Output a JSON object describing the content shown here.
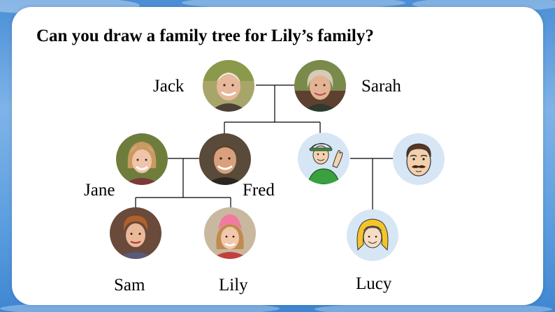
{
  "title": "Can you draw a family tree for Lily’s family?",
  "people": {
    "jack": "Jack",
    "sarah": "Sarah",
    "jane": "Jane",
    "fred": "Fred",
    "sam": "Sam",
    "lily": "Lily",
    "lucy": "Lucy"
  },
  "icons": {
    "jack": "grandfather-photo-icon",
    "sarah": "grandmother-photo-icon",
    "jane": "mother-photo-icon",
    "fred": "father-photo-icon",
    "aunt": "aunt-cartoon-icon",
    "uncle": "uncle-cartoon-icon",
    "sam": "boy-photo-icon",
    "lily": "girl-photo-icon",
    "lucy": "girl-cartoon-icon"
  },
  "colors": {
    "panel": "#ffffff",
    "background": "#5d9fe0",
    "line": "#000000",
    "cartoon_circle": "#d6e6f5"
  }
}
